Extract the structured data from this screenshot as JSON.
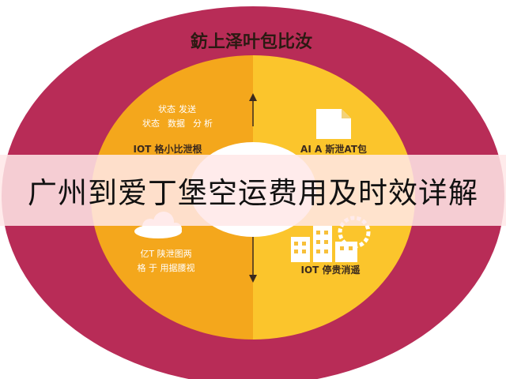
{
  "diagram": {
    "title": "鈁上泽叶包比汝",
    "quadrants": {
      "top_left": {
        "lines": [
          "状态",
          "发送",
          "状态",
          "数据",
          "分",
          "析"
        ],
        "label": "IOT 格小比泄根"
      },
      "top_right": {
        "label": "AI A 斯泄AT包"
      },
      "bottom_left": {
        "lines": [
          "亿T 陕泄图两",
          "格 于 用据腰视"
        ]
      },
      "bottom_right": {
        "label": "IOT 停贵消遥"
      }
    },
    "colors": {
      "outer_ring": "#b82c57",
      "left_half": "#f4a71c",
      "right_half": "#fbc52c",
      "inner_white": "#ffffff",
      "text_dark": "#3b2a1e"
    },
    "icons": [
      "document-icon",
      "cloud-icon",
      "buildings-icon",
      "gear-icon",
      "arrow-up-icon",
      "arrow-down-icon"
    ]
  },
  "banner": {
    "text": "广州到爱丁堡空运费用及时效详解"
  }
}
